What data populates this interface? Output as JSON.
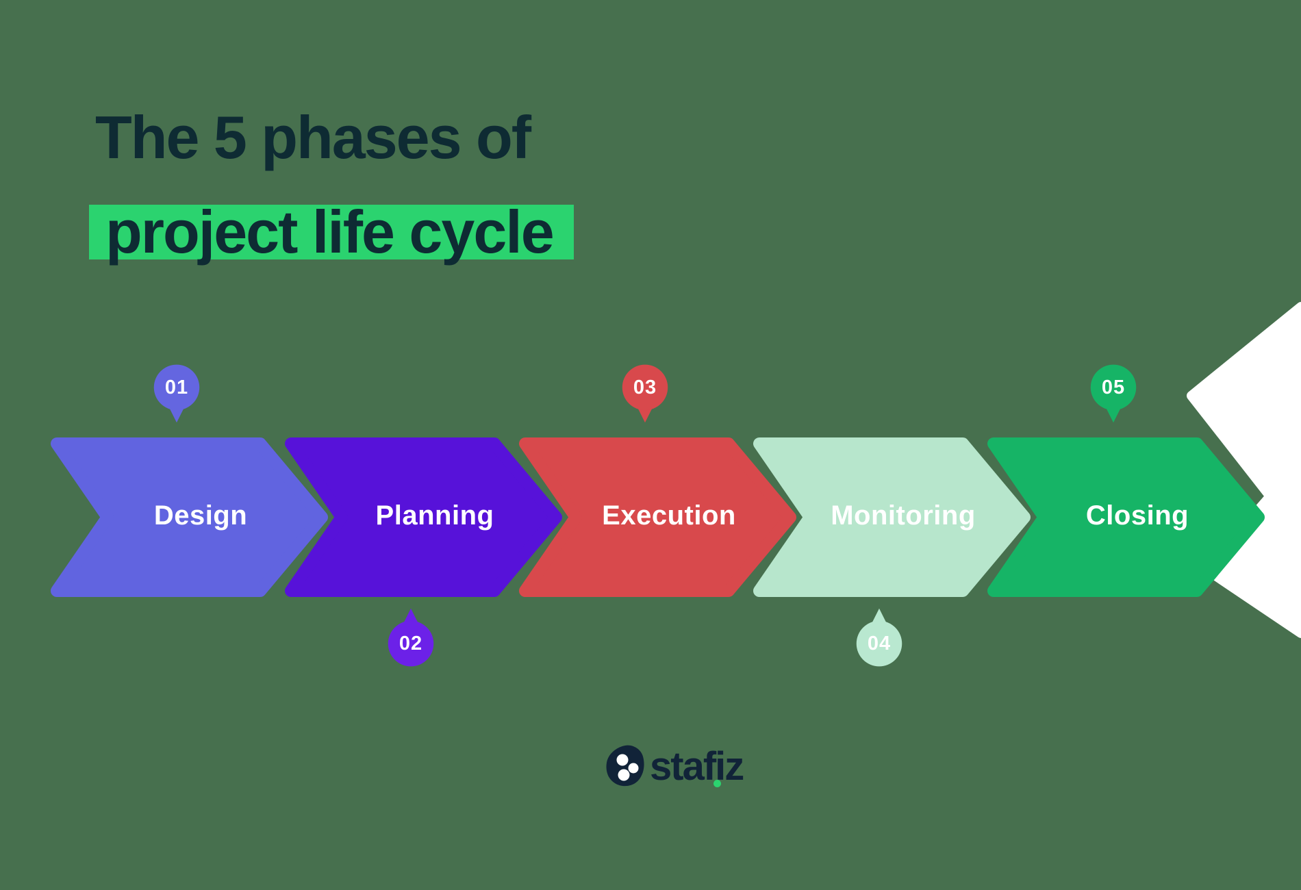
{
  "background_color": "#47704E",
  "title": {
    "line1": "The 5 phases of",
    "line2": "project life cycle",
    "text_color": "#0E2B33",
    "highlight_color": "#2BD36F"
  },
  "phases": [
    {
      "number": "01",
      "label": "Design",
      "color": "#6164E0",
      "badge_color": "#6466E0",
      "badge_position": "top"
    },
    {
      "number": "02",
      "label": "Planning",
      "color": "#5712D9",
      "badge_color": "#6C21E8",
      "badge_position": "bottom"
    },
    {
      "number": "03",
      "label": "Execution",
      "color": "#D8494C",
      "badge_color": "#D8494C",
      "badge_position": "top"
    },
    {
      "number": "04",
      "label": "Monitoring",
      "color": "#B7E6CC",
      "badge_color": "#B9E8D0",
      "badge_position": "bottom"
    },
    {
      "number": "05",
      "label": "Closing",
      "color": "#16B466",
      "badge_color": "#16B466",
      "badge_position": "top"
    }
  ],
  "decor": {
    "white_chevron_color": "#FFFFFF"
  },
  "logo": {
    "text": "stafiz",
    "color": "#112338",
    "dot_color": "#2BD36F"
  }
}
